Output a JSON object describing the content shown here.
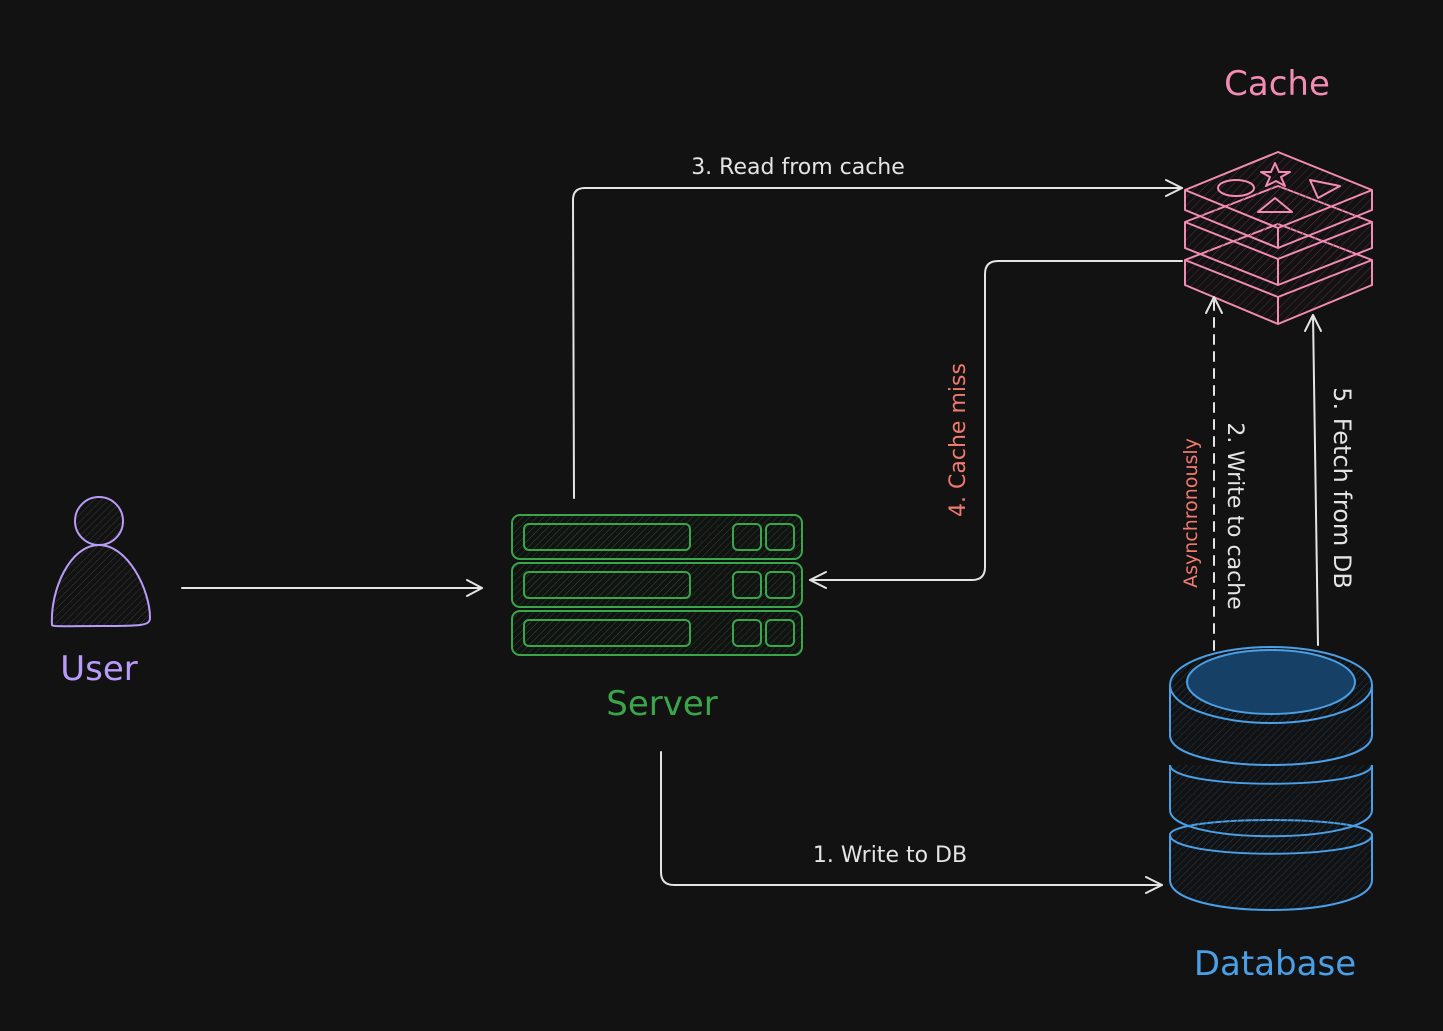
{
  "nodes": {
    "user": {
      "label": "User",
      "color": "#b99cf8"
    },
    "server": {
      "label": "Server",
      "color": "#3aa64a"
    },
    "cache": {
      "label": "Cache",
      "color": "#f38cb3"
    },
    "database": {
      "label": "Database",
      "color": "#4a9fe6"
    }
  },
  "edges": {
    "write_db": {
      "label": "1. Write to DB"
    },
    "write_cache": {
      "label": "2. Write to cache"
    },
    "async": {
      "label": "Asynchronously",
      "color": "#f07a6f"
    },
    "read_cache": {
      "label": "3. Read from cache"
    },
    "cache_miss": {
      "label": "4. Cache miss",
      "color": "#f07a6f"
    },
    "fetch_db": {
      "label": "5. Fetch from DB"
    }
  },
  "colors": {
    "background": "#121212",
    "arrow": "#e4e4e4"
  }
}
